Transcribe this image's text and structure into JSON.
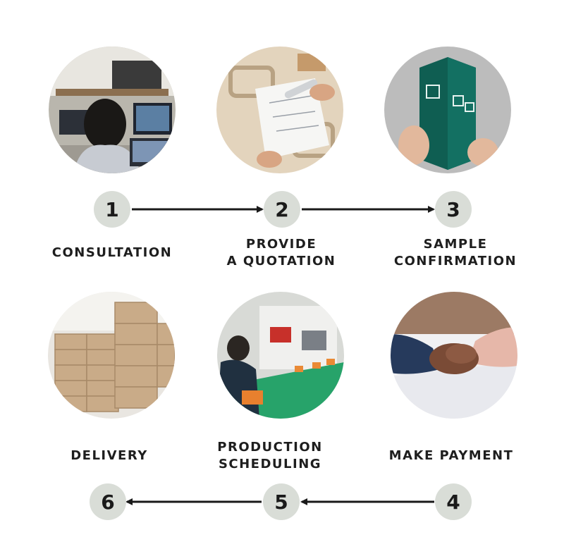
{
  "steps": [
    {
      "number": "1",
      "lines": [
        "CONSULTATION"
      ],
      "photo": "office-consultation-photo"
    },
    {
      "number": "2",
      "lines": [
        "PROVIDE",
        "A QUOTATION"
      ],
      "photo": "die-cut-drawing-photo"
    },
    {
      "number": "3",
      "lines": [
        "SAMPLE",
        "CONFIRMATION"
      ],
      "photo": "green-box-sample-photo"
    },
    {
      "number": "4",
      "lines": [
        "MAKE PAYMENT"
      ],
      "photo": "handshake-photo"
    },
    {
      "number": "5",
      "lines": [
        "PRODUCTION",
        "SCHEDULING"
      ],
      "photo": "factory-production-photo"
    },
    {
      "number": "6",
      "lines": [
        "DELIVERY"
      ],
      "photo": "carton-stack-photo"
    }
  ],
  "colors": {
    "circle_fill": "#d9ddd7",
    "arrow": "#1a1a1a",
    "text": "#1e1e1e"
  }
}
